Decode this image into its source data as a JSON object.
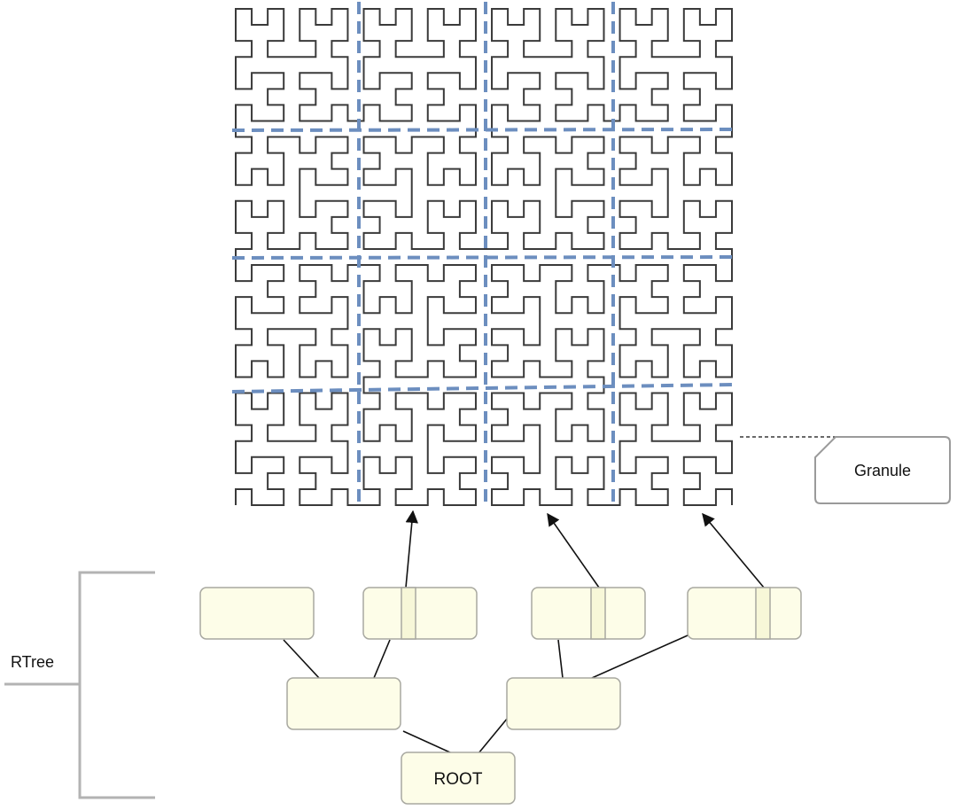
{
  "labels": {
    "granule": "Granule",
    "rtree": "RTree",
    "root": "ROOT"
  },
  "colors": {
    "curve": "#3a3a3a",
    "grid": "#6c8ebf",
    "node_fill": "#fdfde8",
    "node_stroke": "#a8a8a0",
    "edge": "#111111",
    "bracket": "#b3b3b3",
    "callout_stroke": "#9a9a9a"
  },
  "curve": {
    "type": "hilbert",
    "order": 5
  }
}
